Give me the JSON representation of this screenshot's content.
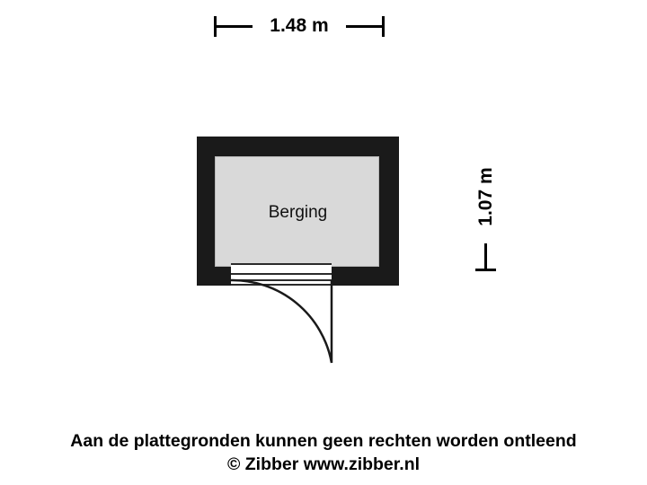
{
  "plan": {
    "room_label": "Berging",
    "dimensions": {
      "width_label": "1.48 m",
      "height_label": "1.07 m"
    },
    "colors": {
      "wall": "#1a1a1a",
      "floor": "#d9d9d9",
      "background": "#ffffff",
      "text": "#000000"
    }
  },
  "footer": {
    "disclaimer": "Aan de plattegronden kunnen geen rechten worden ontleend",
    "credit": "© Zibber www.zibber.nl"
  }
}
